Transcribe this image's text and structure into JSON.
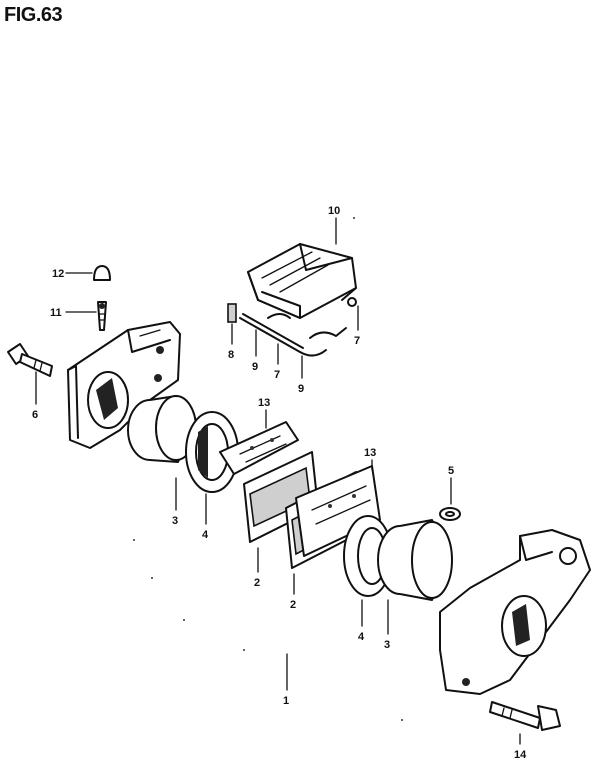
{
  "figure": {
    "title": "FIG.63"
  },
  "callouts": [
    {
      "id": "c12",
      "label": "12"
    },
    {
      "id": "c11",
      "label": "11"
    },
    {
      "id": "c10",
      "label": "10"
    },
    {
      "id": "c8",
      "label": "8"
    },
    {
      "id": "c9a",
      "label": "9"
    },
    {
      "id": "c7a",
      "label": "7"
    },
    {
      "id": "c7b",
      "label": "7"
    },
    {
      "id": "c9b",
      "label": "9"
    },
    {
      "id": "c6",
      "label": "6"
    },
    {
      "id": "c13a",
      "label": "13"
    },
    {
      "id": "c13b",
      "label": "13"
    },
    {
      "id": "c5",
      "label": "5"
    },
    {
      "id": "c3a",
      "label": "3"
    },
    {
      "id": "c4a",
      "label": "4"
    },
    {
      "id": "c2a",
      "label": "2"
    },
    {
      "id": "c2b",
      "label": "2"
    },
    {
      "id": "c4b",
      "label": "4"
    },
    {
      "id": "c3b",
      "label": "3"
    },
    {
      "id": "c1",
      "label": "1"
    },
    {
      "id": "c14",
      "label": "14"
    }
  ]
}
